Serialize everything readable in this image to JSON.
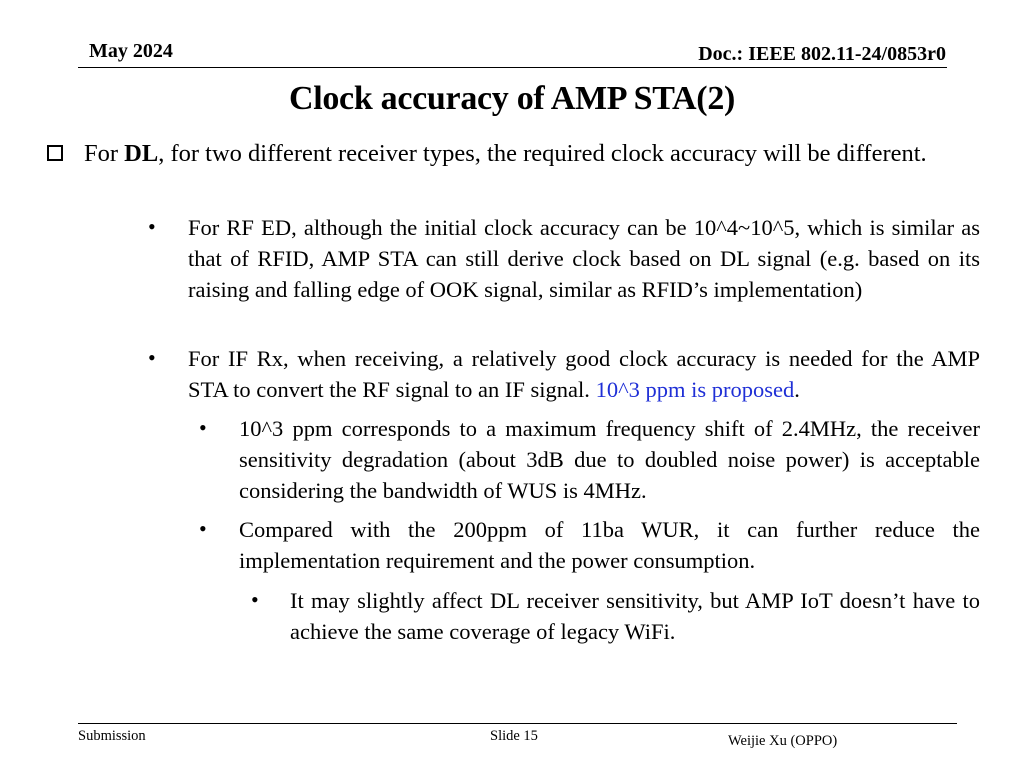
{
  "header": {
    "date": "May 2024",
    "doc": "Doc.: IEEE 802.11-24/0853r0"
  },
  "title": "Clock accuracy of AMP STA(2)",
  "body": {
    "main_prefix": "For ",
    "main_bold": "DL",
    "main_rest": ", for two different receiver types, the required clock accuracy will be different.",
    "item1": "For RF ED, although the initial clock accuracy can be 10^4~10^5, which is similar as that of RFID,  AMP STA can still derive clock based on DL signal (e.g. based on its raising and falling edge of OOK signal, similar as RFID’s implementation)",
    "item2_text": "For IF Rx, when receiving, a relatively good clock accuracy is needed for the AMP STA to convert the RF signal to an IF signal. ",
    "item2_highlight": "10^3 ppm is proposed",
    "item2_end": ".",
    "sub1": "10^3 ppm corresponds to a maximum frequency shift of 2.4MHz, the receiver sensitivity degradation (about 3dB due to doubled noise power) is acceptable considering the bandwidth of WUS is 4MHz.",
    "sub2": "Compared with the 200ppm of 11ba WUR, it can further reduce the implementation requirement and the power consumption.",
    "subsub1": "It may slightly affect DL receiver sensitivity,  but AMP IoT doesn’t have to achieve the same coverage of legacy WiFi."
  },
  "footer": {
    "left": "Submission",
    "center": "Slide 15",
    "right": "Weijie Xu (OPPO)"
  },
  "colors": {
    "highlight": "#1f2fd6"
  }
}
